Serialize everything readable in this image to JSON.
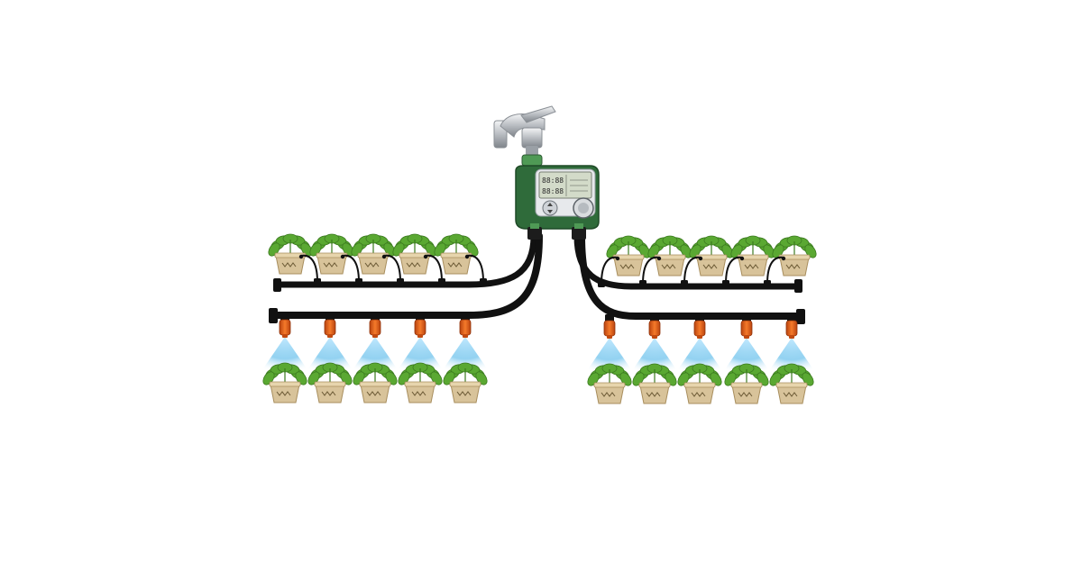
{
  "diagram": {
    "lcd": {
      "row1": "88:88",
      "row2": "88:88"
    },
    "colors": {
      "hose": "#111111",
      "timer_body": "#2f6b3a",
      "timer_trim": "#4f9a55",
      "faucet": "#c9ccd0",
      "nozzle": "#e8601c",
      "spray": "#8fd2f2",
      "pot": "#d8c39a",
      "leaf": "#5aa832"
    },
    "icons": {
      "faucet": "faucet-icon",
      "timer": "water-timer-icon",
      "plant": "potted-plant-icon",
      "mister": "mist-nozzle-icon",
      "dripper": "drip-emitter-icon"
    },
    "zones": {
      "left_drip_plants": 5,
      "left_mist_plants": 5,
      "right_drip_plants": 5,
      "right_mist_plants": 5
    }
  }
}
